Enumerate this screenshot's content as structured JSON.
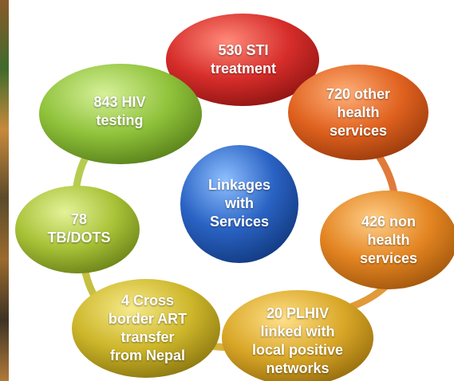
{
  "diagram": {
    "center": {
      "label": "Linkages\nwith\nServices",
      "color": "#2a63c4"
    },
    "nodes": [
      {
        "id": "sti",
        "label": "530 STI\ntreatment",
        "color": "#d62d2a"
      },
      {
        "id": "other-health",
        "label": "720 other\nhealth\nservices",
        "color": "#e0621f"
      },
      {
        "id": "non-health",
        "label": "426 non\nhealth\nservices",
        "color": "#e38421"
      },
      {
        "id": "plhiv",
        "label": "20 PLHIV\nlinked with\nlocal positive\nnetworks",
        "color": "#d9a727"
      },
      {
        "id": "cross-border",
        "label": "4  Cross\nborder ART\ntransfer\nfrom Nepal",
        "color": "#cdb62a"
      },
      {
        "id": "tb-dots",
        "label": "78\nTB/DOTS",
        "color": "#a8c237"
      },
      {
        "id": "hiv-testing",
        "label": "843 HIV\ntesting",
        "color": "#8fc23a"
      }
    ]
  }
}
